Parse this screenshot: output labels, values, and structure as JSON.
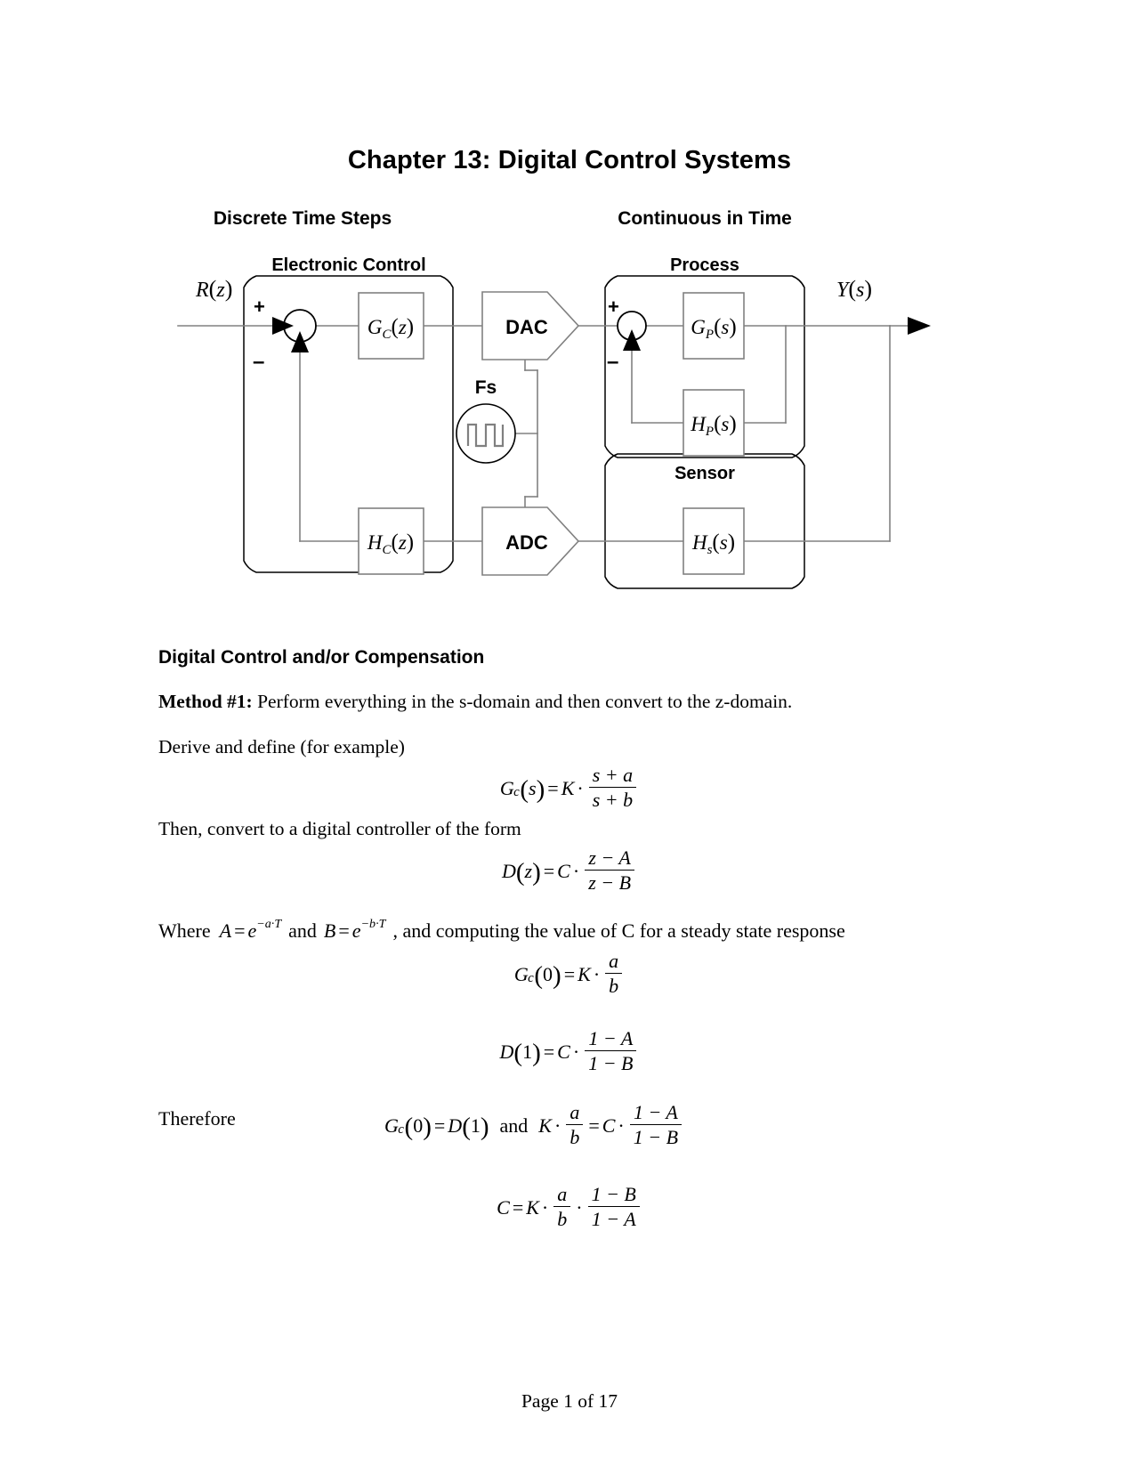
{
  "document": {
    "title": "Chapter 13: Digital Control Systems",
    "footer": "Page 1 of 17"
  },
  "diagram": {
    "name": "digital-control-system-block-diagram",
    "column_headings": {
      "left": "Discrete Time Steps",
      "right": "Continuous in Time"
    },
    "groups": {
      "electronic_control": "Electronic Control",
      "process": "Process",
      "sensor": "Sensor"
    },
    "signals": {
      "input": "R(z)",
      "input_var": "R",
      "input_arg": "z",
      "output": "Y(s)",
      "output_var": "Y",
      "output_arg": "s"
    },
    "summing_junctions": [
      {
        "id": "electronic-summing-junction",
        "plus": "+",
        "minus": "−"
      },
      {
        "id": "process-summing-junction",
        "plus": "+",
        "minus": "−"
      }
    ],
    "blocks": [
      {
        "id": "controller-block",
        "var": "G",
        "sub": "C",
        "arg": "z"
      },
      {
        "id": "controller-feedback-block",
        "var": "H",
        "sub": "C",
        "arg": "z"
      },
      {
        "id": "plant-block",
        "var": "G",
        "sub": "P",
        "arg": "s"
      },
      {
        "id": "plant-feedback-block",
        "var": "H",
        "sub": "P",
        "arg": "s"
      },
      {
        "id": "sensor-block",
        "var": "H",
        "sub": "S",
        "arg": "s"
      }
    ],
    "converters": [
      {
        "id": "dac-block",
        "label": "DAC"
      },
      {
        "id": "adc-block",
        "label": "ADC"
      }
    ],
    "clock": {
      "id": "sampling-clock",
      "label": "Fs",
      "icon": "square-wave-icon"
    }
  },
  "body": {
    "section_heading": "Digital Control and/or Compensation",
    "method_label": "Method #1:",
    "method_text": " Perform everything in the s-domain and then convert to the z-domain.",
    "derive_line": "Derive and define (for example)",
    "convert_line": "Then, convert to a digital controller of the form",
    "where_prefix": "Where",
    "where_and": "and",
    "where_suffix": ", and computing the value of C for a steady state response",
    "therefore_label": "Therefore",
    "therefore_and": "and"
  },
  "equations": {
    "gc_s": {
      "id": "equation-gc-s",
      "lhs_var": "G",
      "lhs_sub": "c",
      "lhs_arg": "s",
      "eq": "=",
      "gain": "K",
      "dot": "·",
      "num": "s + a",
      "den": "s + b"
    },
    "d_z": {
      "id": "equation-d-z",
      "lhs_var": "D",
      "lhs_arg": "z",
      "eq": "=",
      "gain": "C",
      "dot": "·",
      "num": "z − A",
      "den": "z − B"
    },
    "where": {
      "A_var": "A",
      "A_eq": "=",
      "A_base": "e",
      "A_exp": "−a·T",
      "B_var": "B",
      "B_eq": "=",
      "B_base": "e",
      "B_exp": "−b·T"
    },
    "gc_0": {
      "id": "equation-gc-0",
      "lhs_var": "G",
      "lhs_sub": "c",
      "lhs_arg": "0",
      "eq": "=",
      "gain": "K",
      "dot": "·",
      "num": "a",
      "den": "b"
    },
    "d_1": {
      "id": "equation-d-1",
      "lhs_var": "D",
      "lhs_arg": "1",
      "eq": "=",
      "gain": "C",
      "dot": "·",
      "num": "1 − A",
      "den": "1 − B"
    },
    "therefore": {
      "id": "equation-therefore",
      "left_var": "G",
      "left_sub": "c",
      "left_arg": "0",
      "left_eq": "=",
      "right_var": "D",
      "right_arg": "1",
      "gain": "K",
      "dot1": "·",
      "frac1_num": "a",
      "frac1_den": "b",
      "eq2": "=",
      "cvar": "C",
      "dot2": "·",
      "frac2_num": "1 − A",
      "frac2_den": "1 − B"
    },
    "c_final": {
      "id": "equation-c-final",
      "lhs": "C",
      "eq": "=",
      "gain": "K",
      "dot1": "·",
      "frac1_num": "a",
      "frac1_den": "b",
      "dot2": "·",
      "frac2_num": "1 − B",
      "frac2_den": "1 − A"
    }
  },
  "colors": {
    "ink": "#000000",
    "line": "#808080",
    "paper": "#ffffff"
  }
}
